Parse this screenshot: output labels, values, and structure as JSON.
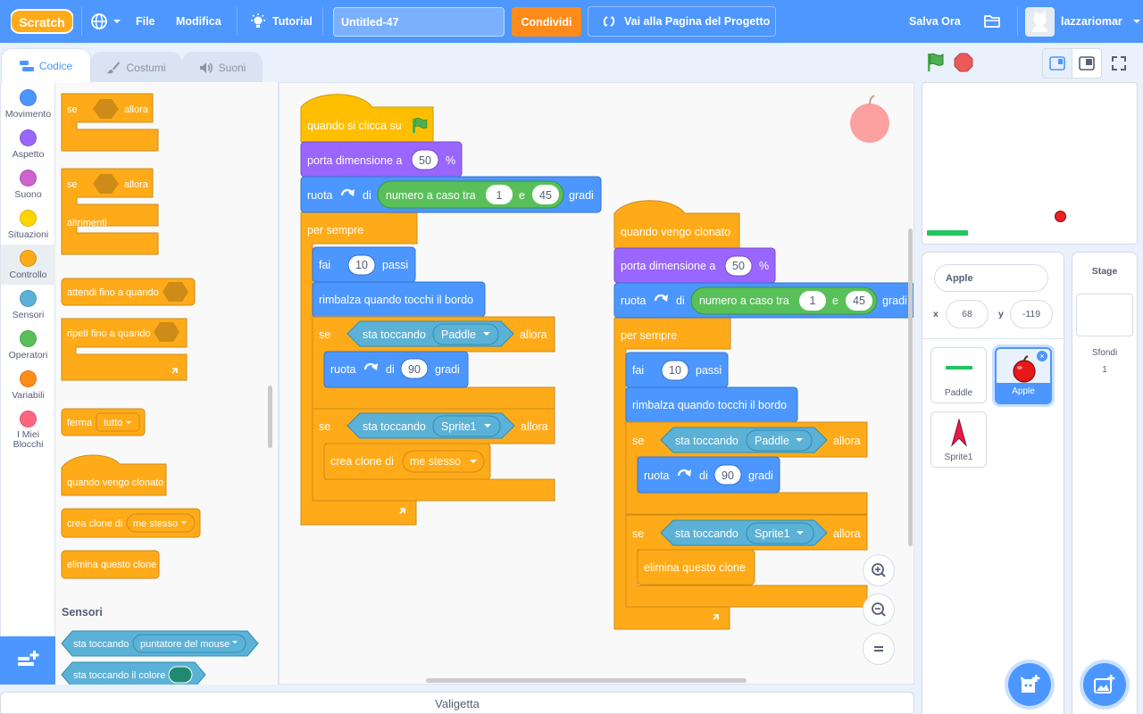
{
  "menubar": {
    "logo": "Scratch",
    "file": "File",
    "edit": "Modifica",
    "tutorial": "Tutorial",
    "project_title": "Untitled-47",
    "share": "Condividi",
    "project_page": "Vai alla Pagina del Progetto",
    "save_now": "Salva Ora",
    "username": "lazzariomar"
  },
  "tabs": {
    "code": "Codice",
    "costumes": "Costumi",
    "sounds": "Suoni"
  },
  "categories": [
    {
      "label": "Movimento",
      "color": "#4c97ff"
    },
    {
      "label": "Aspetto",
      "color": "#9966ff"
    },
    {
      "label": "Suono",
      "color": "#cf63cf"
    },
    {
      "label": "Situazioni",
      "color": "#ffd500"
    },
    {
      "label": "Controllo",
      "color": "#ffab19"
    },
    {
      "label": "Sensori",
      "color": "#5cb1d6"
    },
    {
      "label": "Operatori",
      "color": "#59c059"
    },
    {
      "label": "Variabili",
      "color": "#ff8c1a"
    },
    {
      "label": "I Miei Blocchi",
      "color": "#ff6680"
    }
  ],
  "palette": {
    "if_word": "se",
    "then_word": "allora",
    "else_word": "altrimenti",
    "wait_until": "attendi fino a quando",
    "repeat_until": "ripeti fino a quando",
    "stop": "ferma",
    "stop_option": "tutto",
    "when_clone": "quando vengo clonato",
    "create_clone": "crea clone di",
    "create_clone_option": "me stesso",
    "delete_clone": "elimina questo clone",
    "sensing_heading": "Sensori",
    "touching": "sta toccando",
    "touching_option": "puntatore del mouse",
    "touching_color": "sta toccando il colore"
  },
  "script1": {
    "hat": "quando si clicca su",
    "size_label": "porta dimensione a",
    "size_value": "50",
    "percent": "%",
    "turn": "ruota",
    "of": "di",
    "random": "numero a caso tra",
    "random_from": "1",
    "and": "e",
    "random_to": "45",
    "degrees": "gradi",
    "forever": "per sempre",
    "move": "fai",
    "move_value": "10",
    "steps": "passi",
    "bounce": "rimbalza quando tocchi il bordo",
    "if_word": "se",
    "touching": "sta toccando",
    "paddle": "Paddle",
    "then_word": "allora",
    "turn_value": "90",
    "sprite1": "Sprite1",
    "create_clone": "crea clone di",
    "myself": "me stesso"
  },
  "script2": {
    "hat": "quando vengo clonato",
    "size_label": "porta dimensione a",
    "size_value": "50",
    "percent": "%",
    "turn": "ruota",
    "of": "di",
    "random": "numero a caso tra",
    "random_from": "1",
    "and": "e",
    "random_to": "45",
    "degrees": "gradi",
    "forever": "per sempre",
    "move": "fai",
    "move_value": "10",
    "steps": "passi",
    "bounce": "rimbalza quando tocchi il bordo",
    "if_word": "se",
    "touching": "sta toccando",
    "paddle": "Paddle",
    "then_word": "allora",
    "turn_value": "90",
    "sprite1": "Sprite1",
    "delete_clone": "elimina questo clone"
  },
  "backpack": "Valigetta",
  "sprite_info": {
    "name": "Apple",
    "x_label": "x",
    "x_value": "68",
    "y_label": "y",
    "y_value": "-119"
  },
  "sprites": [
    {
      "name": "Paddle",
      "selected": false
    },
    {
      "name": "Apple",
      "selected": true
    },
    {
      "name": "Sprite1",
      "selected": false
    }
  ],
  "stage_pane": {
    "title": "Stage",
    "backdrops_label": "Sfondi",
    "backdrops_count": "1"
  },
  "colors": {
    "menubar": "#4d97ff",
    "control": "#ffab19",
    "events": "#ffbf00",
    "looks": "#9966ff",
    "motion": "#4c97ff",
    "sensing": "#5cb1d6",
    "operators": "#59c059",
    "share": "#ff8c1a"
  }
}
